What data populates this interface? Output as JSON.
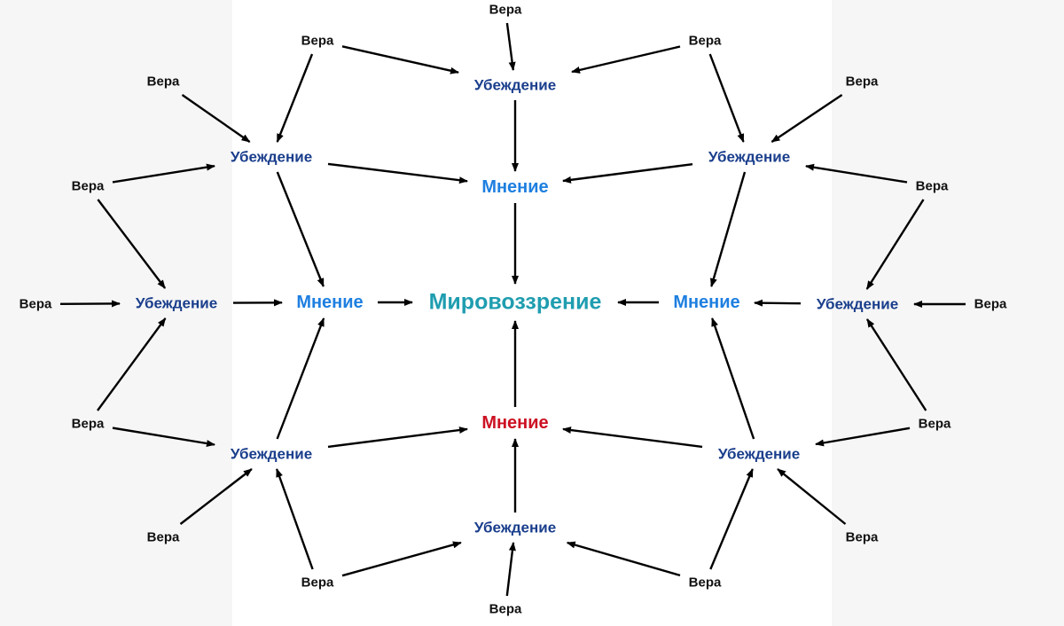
{
  "colors": {
    "vera": "#111111",
    "ubezhdenie": "#1a3e8c",
    "mnenie": "#1e7fe0",
    "mnenie_highlight": "#cc1122",
    "mirovozzrenie": "#1f9db0",
    "arrow": "#000000",
    "background": "#f6f6f6",
    "panel": "#ffffff"
  },
  "labels": {
    "vera": "Вера",
    "ubezhdenie": "Убеждение",
    "mnenie": "Мнение",
    "mirovozzrenie": "Мировоззрение"
  },
  "nodes": [
    {
      "id": "center",
      "kind": "mirovozzrenie"
    },
    {
      "id": "op_top",
      "kind": "mnenie"
    },
    {
      "id": "op_bottom",
      "kind": "mnenie",
      "highlight": true
    },
    {
      "id": "op_left",
      "kind": "mnenie"
    },
    {
      "id": "op_right",
      "kind": "mnenie"
    },
    {
      "id": "bel_top",
      "kind": "ubezhdenie"
    },
    {
      "id": "bel_bottom",
      "kind": "ubezhdenie"
    },
    {
      "id": "bel_ul",
      "kind": "ubezhdenie"
    },
    {
      "id": "bel_ur",
      "kind": "ubezhdenie"
    },
    {
      "id": "bel_ll",
      "kind": "ubezhdenie"
    },
    {
      "id": "bel_lr",
      "kind": "ubezhdenie"
    },
    {
      "id": "bel_left",
      "kind": "ubezhdenie"
    },
    {
      "id": "bel_right",
      "kind": "ubezhdenie"
    },
    {
      "id": "v_top",
      "kind": "vera"
    },
    {
      "id": "v_tl",
      "kind": "vera"
    },
    {
      "id": "v_tr",
      "kind": "vera"
    },
    {
      "id": "v_ul1",
      "kind": "vera"
    },
    {
      "id": "v_ul2",
      "kind": "vera"
    },
    {
      "id": "v_ur1",
      "kind": "vera"
    },
    {
      "id": "v_ur2",
      "kind": "vera"
    },
    {
      "id": "v_left",
      "kind": "vera"
    },
    {
      "id": "v_right",
      "kind": "vera"
    },
    {
      "id": "v_ll1",
      "kind": "vera"
    },
    {
      "id": "v_ll2",
      "kind": "vera"
    },
    {
      "id": "v_lr1",
      "kind": "vera"
    },
    {
      "id": "v_lr2",
      "kind": "vera"
    },
    {
      "id": "v_bl",
      "kind": "vera"
    },
    {
      "id": "v_br",
      "kind": "vera"
    },
    {
      "id": "v_bottom",
      "kind": "vera"
    }
  ],
  "edges": [
    {
      "from": "v_top",
      "to": "bel_top"
    },
    {
      "from": "v_tl",
      "to": "bel_top"
    },
    {
      "from": "v_tr",
      "to": "bel_top"
    },
    {
      "from": "bel_top",
      "to": "op_top"
    },
    {
      "from": "op_top",
      "to": "center"
    },
    {
      "from": "v_tl",
      "to": "bel_ul"
    },
    {
      "from": "v_ul1",
      "to": "bel_ul"
    },
    {
      "from": "v_ul2",
      "to": "bel_ul"
    },
    {
      "from": "bel_ul",
      "to": "op_top"
    },
    {
      "from": "bel_ul",
      "to": "op_left"
    },
    {
      "from": "v_tr",
      "to": "bel_ur"
    },
    {
      "from": "v_ur1",
      "to": "bel_ur"
    },
    {
      "from": "v_ur2",
      "to": "bel_ur"
    },
    {
      "from": "bel_ur",
      "to": "op_top"
    },
    {
      "from": "bel_ur",
      "to": "op_right"
    },
    {
      "from": "v_ul2",
      "to": "bel_left"
    },
    {
      "from": "v_left",
      "to": "bel_left"
    },
    {
      "from": "v_ll1",
      "to": "bel_left"
    },
    {
      "from": "bel_left",
      "to": "op_left"
    },
    {
      "from": "op_left",
      "to": "center"
    },
    {
      "from": "v_ur2",
      "to": "bel_right"
    },
    {
      "from": "v_right",
      "to": "bel_right"
    },
    {
      "from": "v_lr1",
      "to": "bel_right"
    },
    {
      "from": "bel_right",
      "to": "op_right"
    },
    {
      "from": "op_right",
      "to": "center"
    },
    {
      "from": "v_ll1",
      "to": "bel_ll"
    },
    {
      "from": "v_ll2",
      "to": "bel_ll"
    },
    {
      "from": "v_bl",
      "to": "bel_ll"
    },
    {
      "from": "bel_ll",
      "to": "op_left"
    },
    {
      "from": "bel_ll",
      "to": "op_bottom"
    },
    {
      "from": "v_lr1",
      "to": "bel_lr"
    },
    {
      "from": "v_lr2",
      "to": "bel_lr"
    },
    {
      "from": "v_br",
      "to": "bel_lr"
    },
    {
      "from": "bel_lr",
      "to": "op_right"
    },
    {
      "from": "bel_lr",
      "to": "op_bottom"
    },
    {
      "from": "v_bl",
      "to": "bel_bottom"
    },
    {
      "from": "v_br",
      "to": "bel_bottom"
    },
    {
      "from": "v_bottom",
      "to": "bel_bottom"
    },
    {
      "from": "bel_bottom",
      "to": "op_bottom"
    },
    {
      "from": "op_bottom",
      "to": "center"
    }
  ]
}
